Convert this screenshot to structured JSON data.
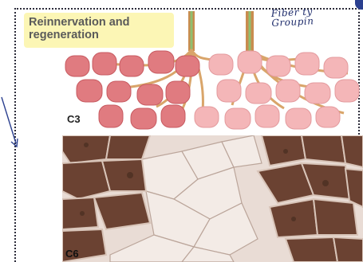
{
  "panel": {
    "title_line1": "Reinnervation and",
    "title_line2": "regeneration",
    "label_top": "C3",
    "label_bottom": "C6"
  },
  "annotation": {
    "line1": "Fiber ty",
    "line2": "Groupin"
  },
  "colors": {
    "highlight": "#fbf5a8",
    "fiber_dark": "#e07b80",
    "fiber_light": "#f4b6b8",
    "nerve": "#d9a56a",
    "axon_inner": "#7fb66a",
    "ink": "#1c2a6a"
  }
}
